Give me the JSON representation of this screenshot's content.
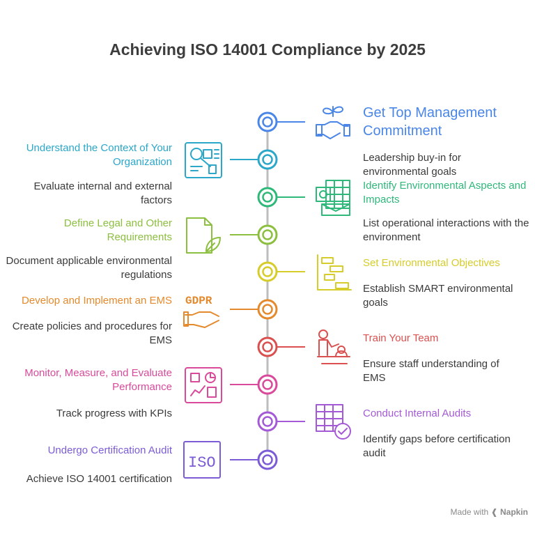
{
  "title": "Achieving ISO 14001 Compliance by 2025",
  "colors": {
    "spine": "#bdbdbd",
    "blue": "#4a86e8",
    "teal": "#2aa7c9",
    "green": "#2eb87a",
    "lime": "#8cbf3f",
    "yellow": "#d6cc2a",
    "orange": "#e58a2c",
    "red": "#d9504f",
    "pink": "#d94a9b",
    "purple": "#a45ad6",
    "violet": "#7b5bd6"
  },
  "steps": [
    {
      "title": "Get Top Management Commitment",
      "desc": "Leadership buy-in for environmental goals",
      "color": "#4a86e8",
      "icon": "plant-handshake-icon"
    },
    {
      "title": "Understand the Context of Your Organization",
      "desc": "Evaluate internal and external factors",
      "color": "#2aa7c9",
      "icon": "org-chart-icon"
    },
    {
      "title": "Identify Environmental Aspects and Impacts",
      "desc": "List operational interactions with the environment",
      "color": "#2eb87a",
      "icon": "spreadsheet-mail-icon"
    },
    {
      "title": "Define Legal and Other Requirements",
      "desc": "Document applicable environmental regulations",
      "color": "#8cbf3f",
      "icon": "document-leaf-icon"
    },
    {
      "title": "Set Environmental Objectives",
      "desc": "Establish SMART environmental goals",
      "color": "#d6cc2a",
      "icon": "gantt-chart-icon"
    },
    {
      "title": "Develop and Implement an EMS",
      "desc": "Create policies and procedures for EMS",
      "color": "#e58a2c",
      "icon": "gdpr-hand-icon"
    },
    {
      "title": "Train Your Team",
      "desc": "Ensure staff understanding of EMS",
      "color": "#d9504f",
      "icon": "trainer-icon"
    },
    {
      "title": "Monitor, Measure, and Evaluate Performance",
      "desc": "Track progress with KPIs",
      "color": "#d94a9b",
      "icon": "dashboard-icon"
    },
    {
      "title": "Conduct Internal Audits",
      "desc": "Identify gaps before certification audit",
      "color": "#a45ad6",
      "icon": "checklist-icon"
    },
    {
      "title": "Undergo Certification Audit",
      "desc": "Achieve ISO 14001 certification",
      "color": "#7b5bd6",
      "icon": "iso-icon"
    }
  ],
  "footer": {
    "made_with": "Made with",
    "brand": "Napkin"
  }
}
